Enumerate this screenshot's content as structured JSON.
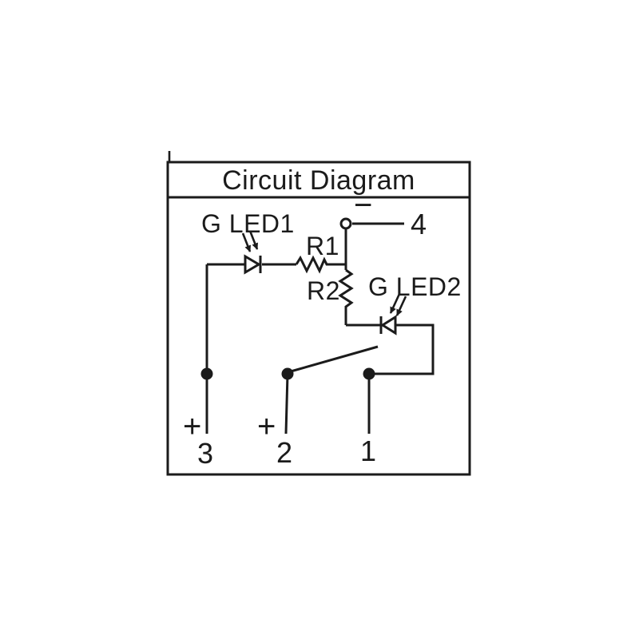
{
  "title": "Circuit Diagram",
  "colors": {
    "ink": "#1b1b1b",
    "paper": "#ffffff"
  },
  "labels": {
    "led1": "G LED1",
    "led2": "G LED2",
    "r1": "R1",
    "r2": "R2"
  },
  "terminals": {
    "t1": {
      "number": "1"
    },
    "t2": {
      "number": "2",
      "polarity": "+"
    },
    "t3": {
      "number": "3",
      "polarity": "+"
    },
    "t4": {
      "number": "4",
      "polarity": "−"
    }
  }
}
